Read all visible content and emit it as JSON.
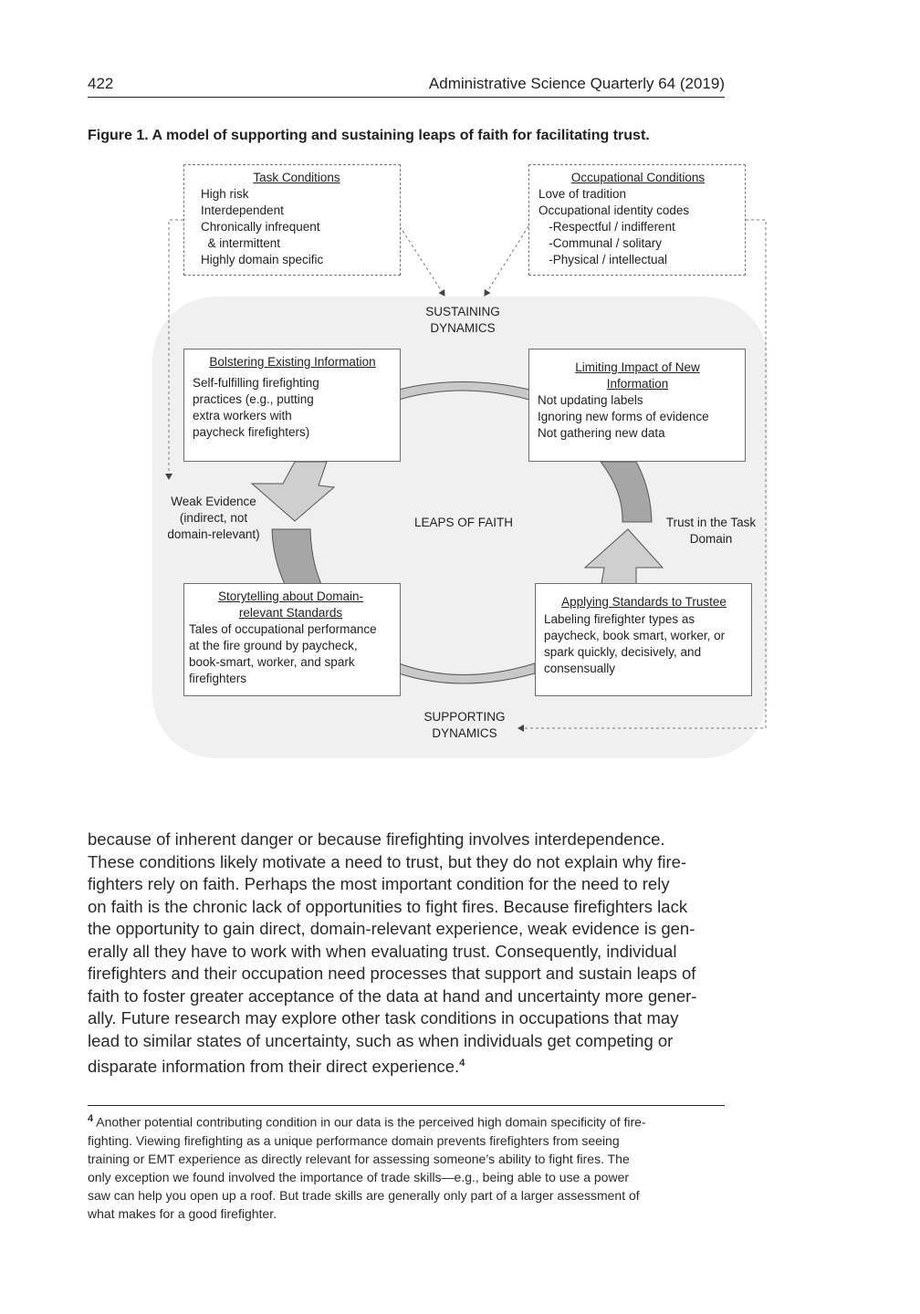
{
  "header": {
    "page_number": "422",
    "journal": "Administrative Science Quarterly 64 (2019)"
  },
  "figure": {
    "caption": "Figure 1.  A model of supporting and sustaining leaps of faith for facilitating trust.",
    "task_conditions": {
      "title": "Task Conditions",
      "items": [
        "High risk",
        "Interdependent",
        "Chronically infrequent",
        "  & intermittent",
        "Highly domain specific"
      ]
    },
    "occupational_conditions": {
      "title": "Occupational Conditions",
      "items": [
        "Love of tradition",
        "Occupational identity codes",
        "   -Respectful / indifferent",
        "   -Communal / solitary",
        "   -Physical / intellectual"
      ]
    },
    "sustaining_dynamics": [
      "SUSTAINING",
      "DYNAMICS"
    ],
    "supporting_dynamics": [
      "SUPPORTING",
      "DYNAMICS"
    ],
    "center_label": "LEAPS OF FAITH",
    "bolstering": {
      "title": "Bolstering Existing Information",
      "lines": [
        "Self-fulfilling firefighting",
        "practices (e.g., putting",
        "extra workers with",
        "paycheck firefighters)"
      ]
    },
    "limiting": {
      "title_lines": [
        "Limiting Impact of New",
        "Information"
      ],
      "lines": [
        "Not updating labels",
        "Ignoring new forms of evidence",
        "Not gathering new data"
      ]
    },
    "storytelling": {
      "title_lines": [
        "Storytelling about Domain-",
        "relevant Standards"
      ],
      "lines": [
        "Tales of occupational performance",
        "at the fire ground by paycheck,",
        "book-smart, worker, and spark",
        "firefighters"
      ]
    },
    "applying": {
      "title": "Applying Standards to Trustee",
      "lines": [
        "Labeling firefighter types as",
        "paycheck, book smart, worker, or",
        "spark quickly, decisively, and",
        "consensually"
      ]
    },
    "weak_evidence": [
      "Weak Evidence",
      "(indirect, not",
      "domain-relevant)"
    ],
    "trust": [
      "Trust in the Task",
      "Domain"
    ]
  },
  "body_lines": [
    "because of inherent danger or because firefighting involves interdependence.",
    "These conditions likely motivate a need to trust, but they do not explain why fire-",
    "fighters rely on faith. Perhaps the most important condition for the need to rely",
    "on faith is the chronic lack of opportunities to fight fires. Because firefighters lack",
    "the opportunity to gain direct, domain-relevant experience, weak evidence is gen-",
    "erally all they have to work with when evaluating trust. Consequently, individual",
    "firefighters and their occupation need processes that support and sustain leaps of",
    "faith to foster greater acceptance of the data at hand and uncertainty more gener-",
    "ally. Future research may explore other task conditions in occupations that may",
    "lead to similar states of uncertainty, such as when individuals get competing or",
    "disparate information from their direct experience."
  ],
  "footnote_marker": "4",
  "footnote_lines": [
    "Another potential contributing condition in our data is the perceived high domain specificity of fire-",
    "fighting. Viewing firefighting as a unique performance domain prevents firefighters from seeing",
    "training or EMT experience as directly relevant for assessing someone’s ability to fight fires. The",
    "only exception we found involved the importance of trade skills—e.g., being able to use a power",
    "saw can help you open up a roof. But trade skills are generally only part of a larger assessment of",
    "what makes for a good firefighter."
  ]
}
